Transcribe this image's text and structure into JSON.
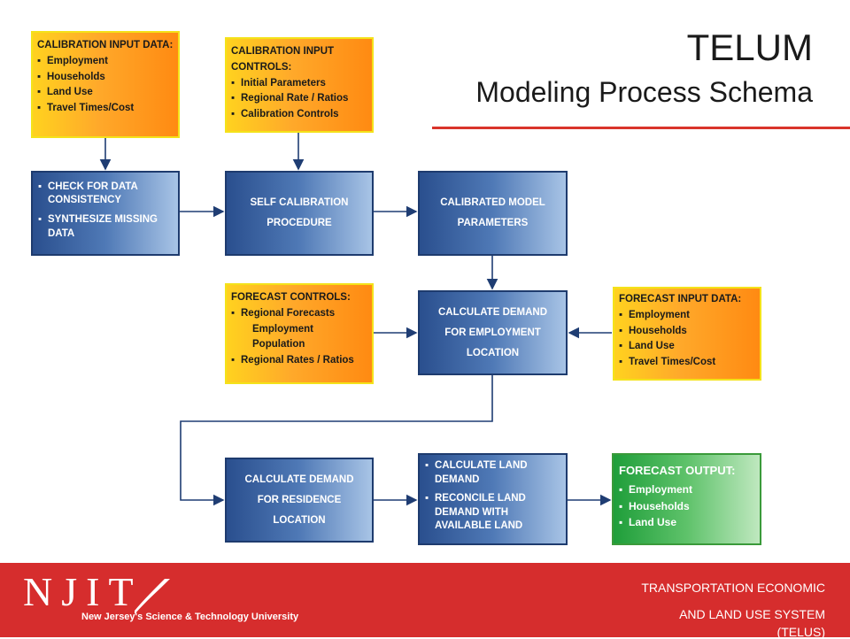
{
  "title": {
    "main": "TELUM",
    "sub": "Modeling Process Schema"
  },
  "boxes": {
    "calib_input_data": {
      "heading": "CALIBRATION INPUT DATA:",
      "items": [
        "Employment",
        "Households",
        "Land Use",
        "Travel Times/Cost"
      ]
    },
    "calib_input_controls": {
      "heading": "CALIBRATION INPUT CONTROLS:",
      "items": [
        "Initial Parameters",
        "Regional Rate / Ratios",
        "Calibration Controls"
      ]
    },
    "check_data": {
      "items": [
        "CHECK FOR DATA CONSISTENCY",
        "SYNTHESIZE MISSING DATA"
      ]
    },
    "self_calibration": {
      "label": "SELF CALIBRATION PROCEDURE"
    },
    "calibrated_params": {
      "label": "CALIBRATED MODEL PARAMETERS"
    },
    "forecast_controls": {
      "heading": "FORECAST CONTROLS:",
      "items": [
        "Regional Forecasts",
        "Employment",
        "Population",
        "Regional Rates / Ratios"
      ]
    },
    "demand_employment": {
      "label": "CALCULATE DEMAND FOR EMPLOYMENT LOCATION"
    },
    "forecast_input_data": {
      "heading": "FORECAST INPUT DATA:",
      "items": [
        "Employment",
        "Households",
        "Land Use",
        "Travel Times/Cost"
      ]
    },
    "demand_residence": {
      "label": "CALCULATE DEMAND FOR RESIDENCE LOCATION"
    },
    "land_demand": {
      "items": [
        "CALCULATE LAND DEMAND",
        "RECONCILE LAND DEMAND WITH AVAILABLE LAND"
      ]
    },
    "forecast_output": {
      "heading": "FORECAST OUTPUT:",
      "items": [
        "Employment",
        "Households",
        "Land Use"
      ]
    }
  },
  "footer": {
    "logo_letters": "NJIT",
    "logo_tagline": "New Jersey's Science & Technology University",
    "line1": "TRANSPORTATION ECONOMIC",
    "line2": "AND LAND USE SYSTEM",
    "line3": "(TELUS)"
  },
  "colors": {
    "accent_red": "#d62d2d",
    "box_blue": "#2a4f8e",
    "box_orange": "#ffa92a",
    "box_green": "#1f9e3a"
  }
}
